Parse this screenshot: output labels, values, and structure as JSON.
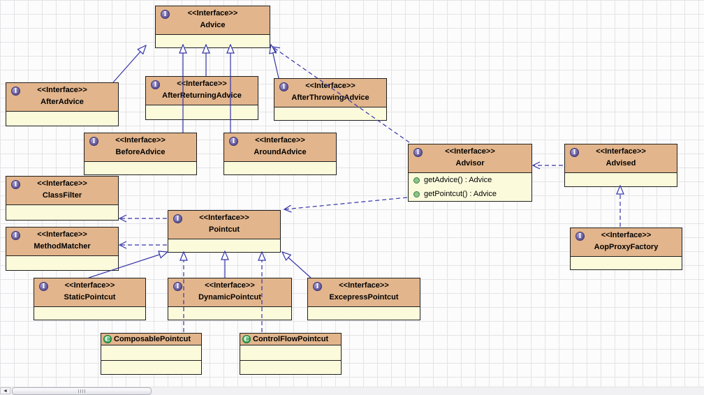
{
  "icons": {
    "interface_icon_letter": "I",
    "class_icon_letter": "C",
    "scroll_left_arrow": "◄"
  },
  "colors": {
    "box_header": "#E2B58C",
    "box_body": "#FBFBDC",
    "box_border": "#1f1f1f",
    "edge": "#3434A8",
    "grid_line": "#E4E4E7",
    "background": "#FCFCFC",
    "interface_icon": "#5E5494",
    "class_icon": "#2F9E4F",
    "method_dot": "#8CC48C"
  },
  "diagram_boxes": {
    "advice": {
      "stereotype": "<<Interface>>",
      "name": "Advice"
    },
    "after_advice": {
      "stereotype": "<<Interface>>",
      "name": "AfterAdvice"
    },
    "after_returning_advice": {
      "stereotype": "<<Interface>>",
      "name": "AfterReturningAdvice"
    },
    "after_throwing_advice": {
      "stereotype": "<<Interface>>",
      "name": "AfterThrowingAdvice"
    },
    "before_advice": {
      "stereotype": "<<Interface>>",
      "name": "BeforeAdvice"
    },
    "around_advice": {
      "stereotype": "<<Interface>>",
      "name": "AroundAdvice"
    },
    "advisor": {
      "stereotype": "<<Interface>>",
      "name": "Advisor",
      "methods": [
        {
          "label": "getAdvice() : Advice"
        },
        {
          "label": "getPointcut() : Advice"
        }
      ]
    },
    "advised": {
      "stereotype": "<<Interface>>",
      "name": "Advised"
    },
    "class_filter": {
      "stereotype": "<<Interface>>",
      "name": "ClassFilter"
    },
    "method_matcher": {
      "stereotype": "<<Interface>>",
      "name": "MethodMatcher"
    },
    "pointcut": {
      "stereotype": "<<Interface>>",
      "name": "Pointcut"
    },
    "aop_proxy_factory": {
      "stereotype": "<<Interface>>",
      "name": "AopProxyFactory"
    },
    "static_pointcut": {
      "stereotype": "<<Interface>>",
      "name": "StaticPointcut"
    },
    "dynamic_pointcut": {
      "stereotype": "<<Interface>>",
      "name": "DynamicPointcut"
    },
    "excepress_pointcut": {
      "stereotype": "<<Interface>>",
      "name": "ExcepressPointcut"
    },
    "composable_pointcut": {
      "name": "ComposablePointcut"
    },
    "control_flow_pointcut": {
      "name": "ControlFlowPointcut"
    }
  },
  "relations": [
    {
      "from": "AfterAdvice",
      "to": "Advice",
      "type": "generalization"
    },
    {
      "from": "AfterReturningAdvice",
      "to": "Advice",
      "type": "generalization"
    },
    {
      "from": "AfterThrowingAdvice",
      "to": "Advice",
      "type": "generalization"
    },
    {
      "from": "BeforeAdvice",
      "to": "Advice",
      "type": "generalization"
    },
    {
      "from": "AroundAdvice",
      "to": "Advice",
      "type": "generalization"
    },
    {
      "from": "Advisor",
      "to": "Advice",
      "type": "dependency"
    },
    {
      "from": "Advised",
      "to": "Advisor",
      "type": "dependency"
    },
    {
      "from": "Advisor",
      "to": "Pointcut",
      "type": "dependency"
    },
    {
      "from": "Pointcut",
      "to": "ClassFilter",
      "type": "dependency"
    },
    {
      "from": "Pointcut",
      "to": "MethodMatcher",
      "type": "dependency"
    },
    {
      "from": "AopProxyFactory",
      "to": "Advised",
      "type": "realization"
    },
    {
      "from": "StaticPointcut",
      "to": "Pointcut",
      "type": "generalization"
    },
    {
      "from": "DynamicPointcut",
      "to": "Pointcut",
      "type": "generalization"
    },
    {
      "from": "ExcepressPointcut",
      "to": "Pointcut",
      "type": "generalization"
    },
    {
      "from": "ComposablePointcut",
      "to": "Pointcut",
      "type": "realization"
    },
    {
      "from": "ControlFlowPointcut",
      "to": "Pointcut",
      "type": "realization"
    }
  ]
}
